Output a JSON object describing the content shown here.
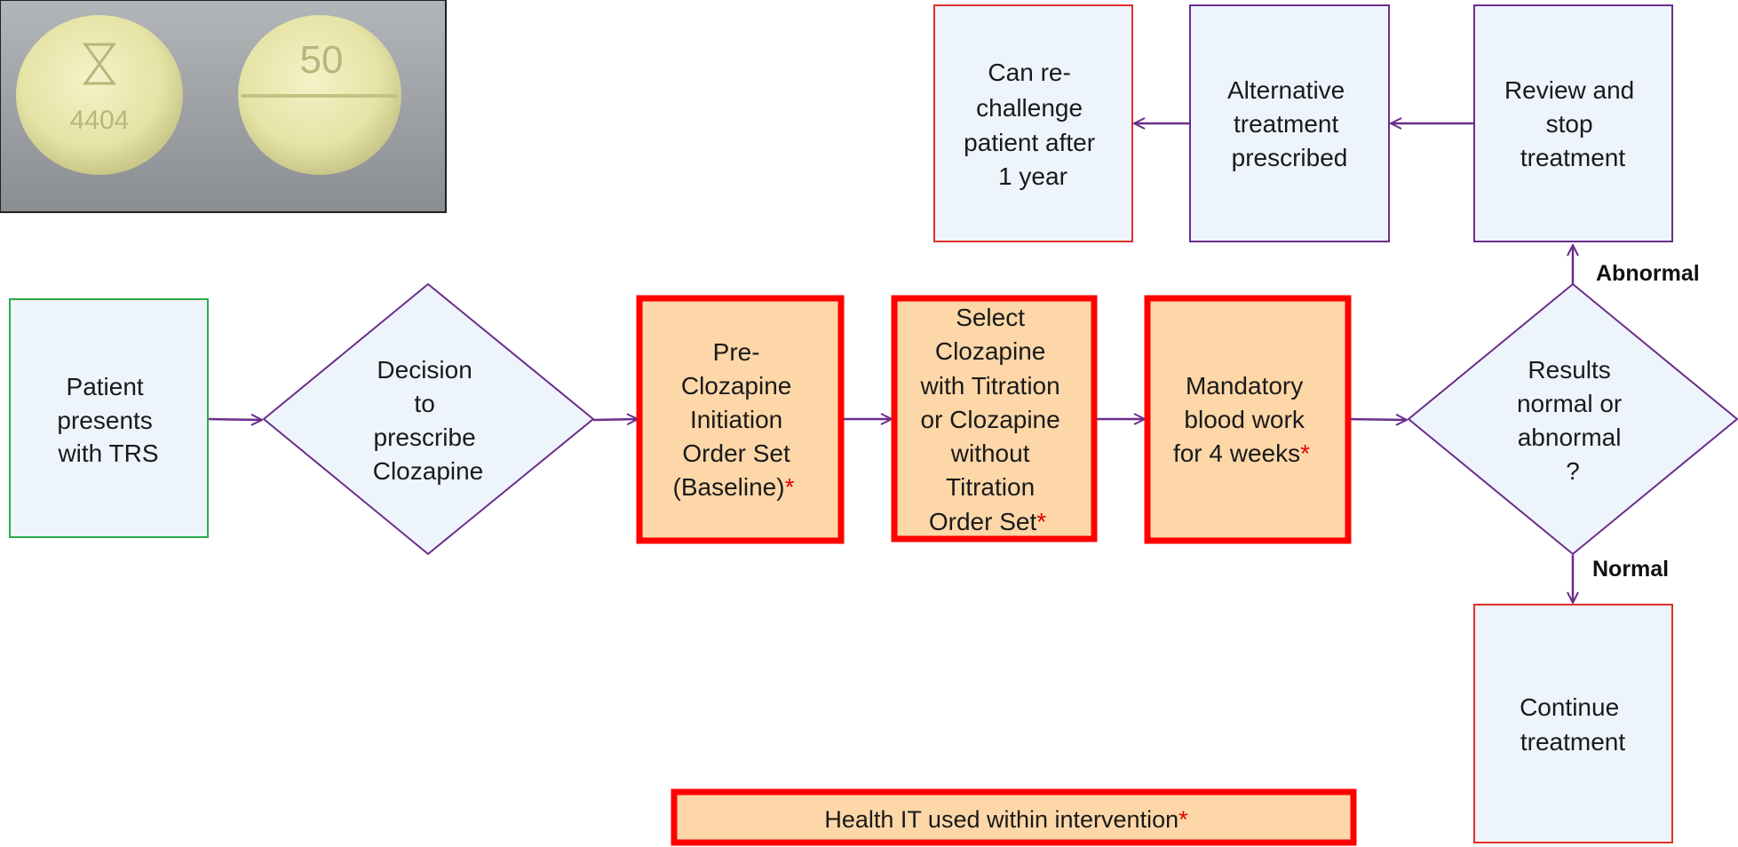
{
  "colors": {
    "box_fill": "#eef4fb",
    "highlight_fill": "#fdd7a8",
    "highlight_border": "#ff0000",
    "purple": "#6a2d8c",
    "green": "#2eaa4a",
    "red": "#e0302a",
    "asterisk": "#e60000",
    "photo_bg": "#9c9fa3"
  },
  "photo": {
    "left_pill_imprint": [
      "4404"
    ],
    "right_pill_imprint": "50"
  },
  "nodes": {
    "patient": {
      "lines": [
        "Patient",
        "presents",
        "with TRS"
      ]
    },
    "decision": {
      "lines": [
        "Decision",
        "to",
        "prescribe",
        "Clozapine"
      ]
    },
    "pre_clozapine": {
      "lines": [
        "Pre-",
        "Clozapine",
        "Initiation",
        "Order Set",
        "(Baseline)"
      ],
      "asterisk": "*"
    },
    "select_clozapine": {
      "lines": [
        "Select",
        "Clozapine",
        "with Titration",
        "or Clozapine",
        "without",
        "Titration",
        "Order Set"
      ],
      "asterisk": "*"
    },
    "bloodwork": {
      "lines": [
        "Mandatory",
        "blood work",
        "for 4 weeks"
      ],
      "asterisk": "*"
    },
    "results": {
      "lines": [
        "Results",
        "normal or",
        "abnormal",
        "?"
      ]
    },
    "review": {
      "lines": [
        "Review and",
        "stop",
        "treatment"
      ]
    },
    "alternative": {
      "lines": [
        "Alternative",
        "treatment",
        "prescribed"
      ]
    },
    "rechallenge": {
      "lines": [
        "Can re-",
        "challenge",
        "patient after",
        "1 year"
      ]
    },
    "continue": {
      "lines": [
        "Continue",
        "treatment"
      ]
    }
  },
  "edge_labels": {
    "abnormal": "Abnormal",
    "normal": "Normal"
  },
  "legend": {
    "text": "Health IT used within intervention",
    "asterisk": "*"
  }
}
